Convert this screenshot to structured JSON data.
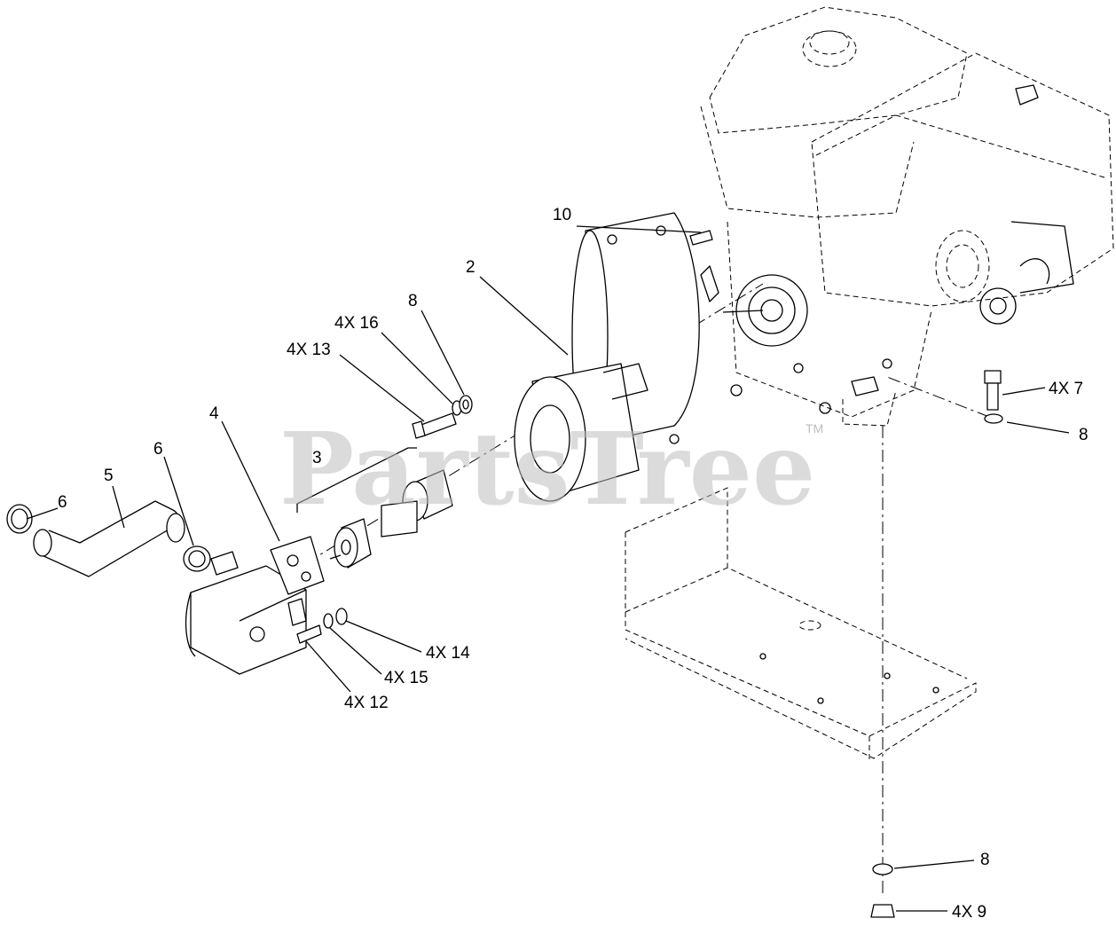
{
  "watermark": {
    "text": "PartsTree",
    "trademark": "TM"
  },
  "callouts": [
    {
      "id": "c10",
      "text": "10"
    },
    {
      "id": "c2",
      "text": "2"
    },
    {
      "id": "c8a",
      "text": "8"
    },
    {
      "id": "c16",
      "text": "4X 16"
    },
    {
      "id": "c13",
      "text": "4X 13"
    },
    {
      "id": "c4",
      "text": "4"
    },
    {
      "id": "c3",
      "text": "3"
    },
    {
      "id": "c6a",
      "text": "6"
    },
    {
      "id": "c5",
      "text": "5"
    },
    {
      "id": "c6b",
      "text": "6"
    },
    {
      "id": "c7",
      "text": "4X  7"
    },
    {
      "id": "c8b",
      "text": "8"
    },
    {
      "id": "c14",
      "text": "4X 14"
    },
    {
      "id": "c15",
      "text": "4X 15"
    },
    {
      "id": "c12",
      "text": "4X 12"
    },
    {
      "id": "c8c",
      "text": "8"
    },
    {
      "id": "c9",
      "text": "4X 9"
    }
  ]
}
